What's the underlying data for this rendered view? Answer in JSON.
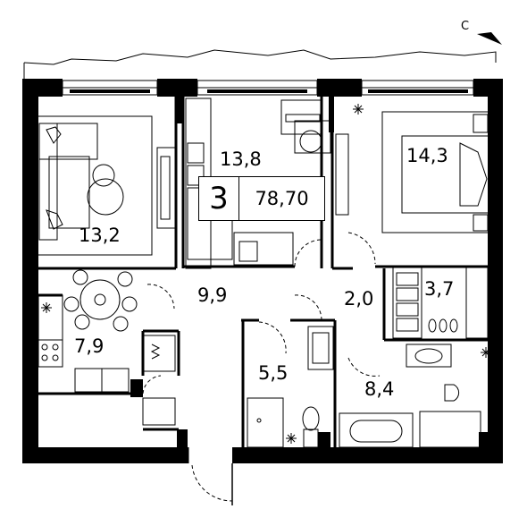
{
  "compass_letter": "С",
  "badge": {
    "rooms": "3",
    "total_area": "78,70"
  },
  "areas": {
    "living": "13,2",
    "bedroom1": "13,8",
    "bedroom2": "14,3",
    "kitchen": "7,9",
    "hall": "9,9",
    "corridor": "2,0",
    "wardrobe": "3,7",
    "bath1": "5,5",
    "bath2": "8,4"
  }
}
